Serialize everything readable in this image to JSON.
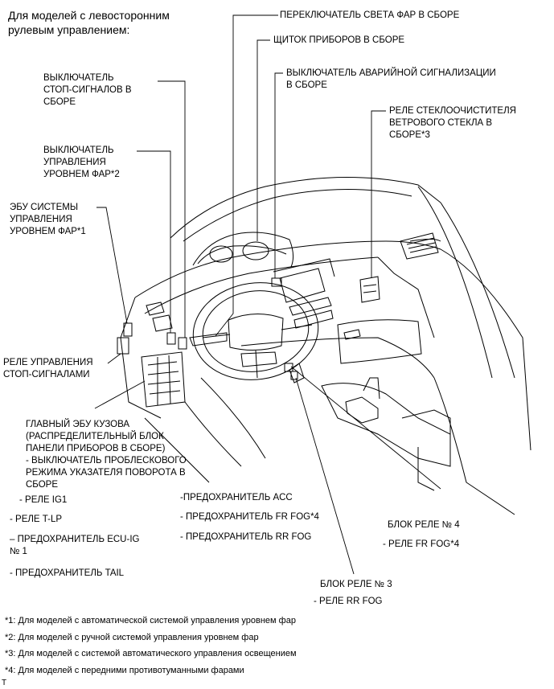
{
  "heading": "Для моделей с левосторонним\nрулевым управлением:",
  "labels": {
    "headlight_switch": "ПЕРЕКЛЮЧАТЕЛЬ СВЕТА ФАР В СБОРЕ",
    "combination_meter": "ЩИТОК ПРИБОРОВ В СБОРЕ",
    "hazard_switch": "ВЫКЛЮЧАТЕЛЬ АВАРИЙНОЙ СИГНАЛИЗАЦИИ\nВ СБОРЕ",
    "stop_light_switch": "ВЫКЛЮЧАТЕЛЬ\nСТОП-СИГНАЛОВ В\nСБОРЕ",
    "wiper_relay": "РЕЛЕ СТЕКЛООЧИСТИТЕЛЯ\nВЕТРОВОГО СТЕКЛА В\nСБОРЕ*3",
    "leveling_switch": "ВЫКЛЮЧАТЕЛЬ\nУПРАВЛЕНИЯ\nУРОВНЕМ ФАР*2",
    "leveling_ecu": "ЭБУ СИСТЕМЫ\nУПРАВЛЕНИЯ\nУРОВНЕМ ФАР*1",
    "stop_light_relay": "РЕЛЕ УПРАВЛЕНИЯ\nСТОП-СИГНАЛАМИ",
    "main_body_ecu": "ГЛАВНЫЙ ЭБУ КУЗОВА\n(РАСПРЕДЕЛИТЕЛЬНЫЙ БЛОК\nПАНЕЛИ ПРИБОРОВ В СБОРЕ)\n- ВЫКЛЮЧАТЕЛЬ ПРОБЛЕСКОВОГО\nРЕЖИМА УКАЗАТЕЛЯ ПОВОРОТА В\nСБОРЕ",
    "relay_ig1": "- РЕЛЕ IG1",
    "relay_tlp": "- РЕЛЕ T-LP",
    "fuse_ecu_ig": "– ПРЕДОХРАНИТЕЛЬ ECU-IG\n№ 1",
    "fuse_tail": "- ПРЕДОХРАНИТЕЛЬ TAIL",
    "fuse_acc": "-ПРЕДОХРАНИТЕЛЬ ACC",
    "fuse_fr_fog": "- ПРЕДОХРАНИТЕЛЬ FR FOG*4",
    "fuse_rr_fog": "- ПРЕДОХРАНИТЕЛЬ RR FOG",
    "relay_block_4": "БЛОК РЕЛЕ № 4",
    "relay_fr_fog": "- РЕЛЕ FR FOG*4",
    "relay_block_3": "БЛОК РЕЛЕ № 3",
    "relay_rr_fog": "- РЕЛЕ RR FOG"
  },
  "footnotes": [
    "*1: Для моделей с автоматической системой управления уровнем фар",
    "*2: Для моделей с ручной системой управления уровнем фар",
    "*3: Для моделей с системой автоматического управления освещением",
    "*4: Для моделей с передними противотуманными фарами"
  ],
  "corner_mark": "T"
}
